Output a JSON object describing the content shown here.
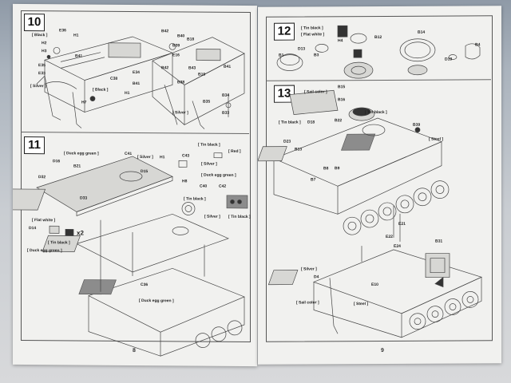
{
  "left_page": {
    "page_number": "8",
    "steps": [
      {
        "number": "10",
        "labels": [
          "Black",
          "Silver",
          "Black",
          "Silver"
        ],
        "parts": [
          "E36",
          "H1",
          "H2",
          "H3",
          "B41",
          "E35",
          "E34",
          "E33",
          "B41",
          "H1",
          "H7",
          "B42",
          "B40",
          "B39",
          "B42",
          "B18",
          "E16",
          "B43",
          "B38",
          "B41",
          "B19",
          "B34",
          "B33",
          "B35",
          "C38"
        ]
      },
      {
        "number": "11",
        "labels": [
          "Duck egg green",
          "Silver",
          "Tin black",
          "Red",
          "Silver",
          "Duck egg green",
          "Tin black",
          "Silver",
          "Tin black",
          "Flat white",
          "Tin black",
          "Duck egg green",
          "Duck egg green"
        ],
        "parts": [
          "C41",
          "D16",
          "B21",
          "D32",
          "D33",
          "D15",
          "H1",
          "C43",
          "H8",
          "C40",
          "C42",
          "D14",
          "C36"
        ],
        "callout": "x2"
      }
    ]
  },
  "right_page": {
    "page_number": "9",
    "steps": [
      {
        "number": "12",
        "labels": [
          "Tin black",
          "Flat white"
        ],
        "parts": [
          "H4",
          "B12",
          "B14",
          "D13",
          "B1",
          "B3",
          "B4",
          "D19"
        ]
      },
      {
        "number": "13",
        "labels": [
          "Sail color",
          "Tin black",
          "Tin black",
          "Steel",
          "Silver",
          "Sail color",
          "Steel"
        ],
        "parts": [
          "B15",
          "B16",
          "D18",
          "B22",
          "D23",
          "B13",
          "B7",
          "B8",
          "B9",
          "B39",
          "D4",
          "E21",
          "E22",
          "E24",
          "B31",
          "E10"
        ]
      }
    ]
  },
  "colors": {
    "paper": "#f1f1ef",
    "ink": "#333333",
    "background_top": "#8f9aa7",
    "background_bottom": "#d8d9db"
  }
}
